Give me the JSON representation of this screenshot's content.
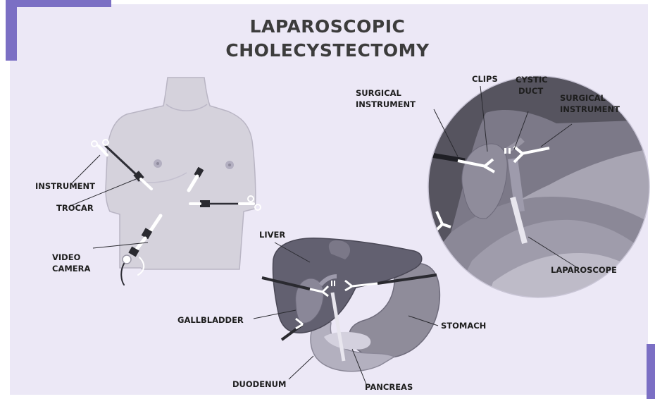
{
  "title": {
    "line1": "LAPAROSCOPIC",
    "line2": "CHOLECYSTECTOMY"
  },
  "labels": {
    "instrument": "INSTRUMENT",
    "trocar": "TROCAR",
    "video_camera_1": "VIDEO",
    "video_camera_2": "CAMERA",
    "surgical_instrument_left_1": "SURGICAL",
    "surgical_instrument_left_2": "INSTRUMENT",
    "clips": "CLIPS",
    "cystic_duct_1": "CYSTIC",
    "cystic_duct_2": "DUCT",
    "surgical_instrument_right_1": "SURGICAL",
    "surgical_instrument_right_2": "INSTRUMENT",
    "laparoscope": "LAPAROSCOPE",
    "liver": "LIVER",
    "gallbladder": "GALLBLADDER",
    "stomach": "STOMACH",
    "duodenum": "DUODENUM",
    "pancreas": "PANCREAS"
  },
  "colors": {
    "background": "#ece8f6",
    "accent": "#7b6fc4",
    "body": "#d5d2dc",
    "liver": "#626070",
    "gallbladder": "#8a8798",
    "stomach": "#8f8c9a",
    "text": "#1e1e1e"
  }
}
